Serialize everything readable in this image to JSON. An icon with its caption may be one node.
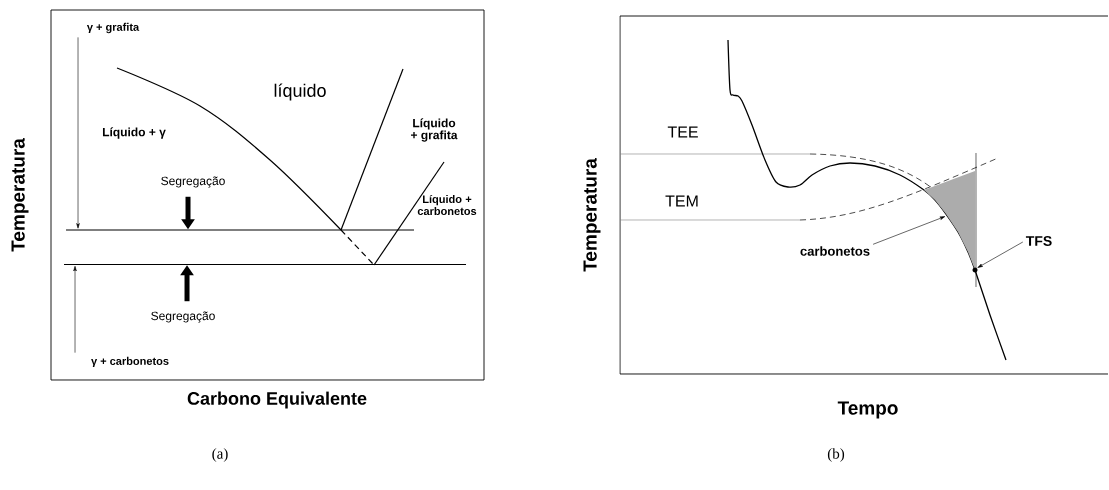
{
  "diagram": {
    "nodes": [
      {
        "text": [
          "γ + grafita"
        ]
      },
      {
        "text": [],
        "shape": "line"
      },
      {
        "text": [],
        "shape": "line"
      },
      {
        "text": [
          "γ + carbonetos"
        ]
      },
      {
        "text": [
          "Segregação"
        ]
      },
      {
        "text": [
          "Segregação"
        ]
      },
      {
        "text": [
          "carbonetos"
        ]
      },
      {
        "text": [],
        "shape": "triangle"
      },
      {
        "text": [
          "TFS"
        ]
      },
      {
        "text": [],
        "shape": "dot"
      }
    ],
    "edges": [
      {
        "from": 0,
        "to": 1,
        "arrow": "to"
      },
      {
        "from": 3,
        "to": 2,
        "arrow": "to"
      },
      {
        "from": 4,
        "to": 1,
        "arrow": "to",
        "style": "thick"
      },
      {
        "from": 5,
        "to": 2,
        "arrow": "to",
        "style": "thick"
      },
      {
        "from": 6,
        "to": 7,
        "arrow": "to"
      },
      {
        "from": 8,
        "to": 9,
        "arrow": "to"
      }
    ],
    "labels": [
      "líquido",
      "Líquido + γ",
      "Líquido + grafita",
      "Líquido + carbonetos",
      "Temperatura",
      "Carbono Equivalente",
      "TEE",
      "TEM",
      "Temperatura",
      "Tempo",
      "(a)",
      "(b)"
    ]
  }
}
